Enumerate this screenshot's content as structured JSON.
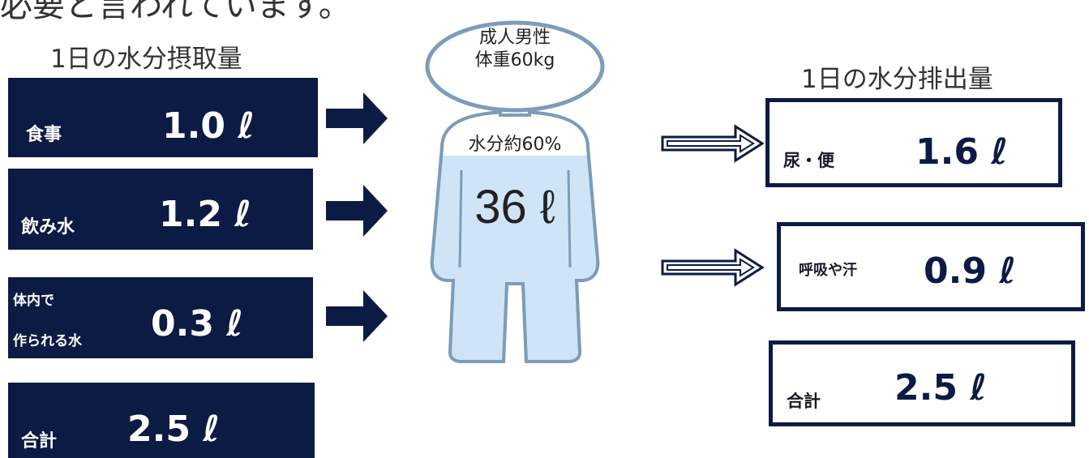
{
  "header": {
    "text": "必要と言われています。"
  },
  "intake": {
    "heading": "1日の水分摂取量",
    "items": [
      {
        "label": "食事",
        "value": "1.0 ℓ"
      },
      {
        "label": "飲み水",
        "value": "1.2 ℓ"
      },
      {
        "label_line1": "体内で",
        "label_line2": "作られる水",
        "value": "0.3 ℓ"
      }
    ],
    "total": {
      "label": "合計",
      "value": "2.5 ℓ"
    }
  },
  "body": {
    "head_line1": "成人男性",
    "head_line2": "体重60kg",
    "water_ratio": "水分約60%",
    "water_volume": "36 ℓ"
  },
  "output": {
    "heading": "1日の水分排出量",
    "items": [
      {
        "label": "尿・便",
        "value": "1.6 ℓ"
      },
      {
        "label": "呼吸や汗",
        "value": "0.9 ℓ"
      }
    ],
    "total": {
      "label": "合計",
      "value": "2.5 ℓ"
    }
  },
  "colors": {
    "navy": "#0c1b44",
    "body_water": "#cfe4f7",
    "body_outline": "#7d9cb8"
  }
}
